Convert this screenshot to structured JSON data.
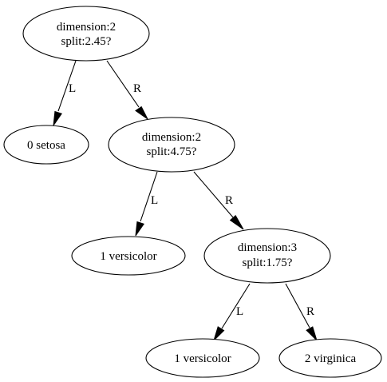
{
  "diagram": {
    "nodes": {
      "root": {
        "lines": [
          "dimension:2",
          "split:2.45?"
        ]
      },
      "setosa": {
        "lines": [
          "0 setosa"
        ]
      },
      "split2": {
        "lines": [
          "dimension:2",
          "split:4.75?"
        ]
      },
      "versicolor_a": {
        "lines": [
          "1 versicolor"
        ]
      },
      "split3": {
        "lines": [
          "dimension:3",
          "split:1.75?"
        ]
      },
      "versicolor_b": {
        "lines": [
          "1 versicolor"
        ]
      },
      "virginica": {
        "lines": [
          "2 virginica"
        ]
      }
    },
    "edges": [
      {
        "from": "root",
        "to": "setosa",
        "label": "L"
      },
      {
        "from": "root",
        "to": "split2",
        "label": "R"
      },
      {
        "from": "split2",
        "to": "versicolor_a",
        "label": "L"
      },
      {
        "from": "split2",
        "to": "split3",
        "label": "R"
      },
      {
        "from": "split3",
        "to": "versicolor_b",
        "label": "L"
      },
      {
        "from": "split3",
        "to": "virginica",
        "label": "R"
      }
    ]
  }
}
